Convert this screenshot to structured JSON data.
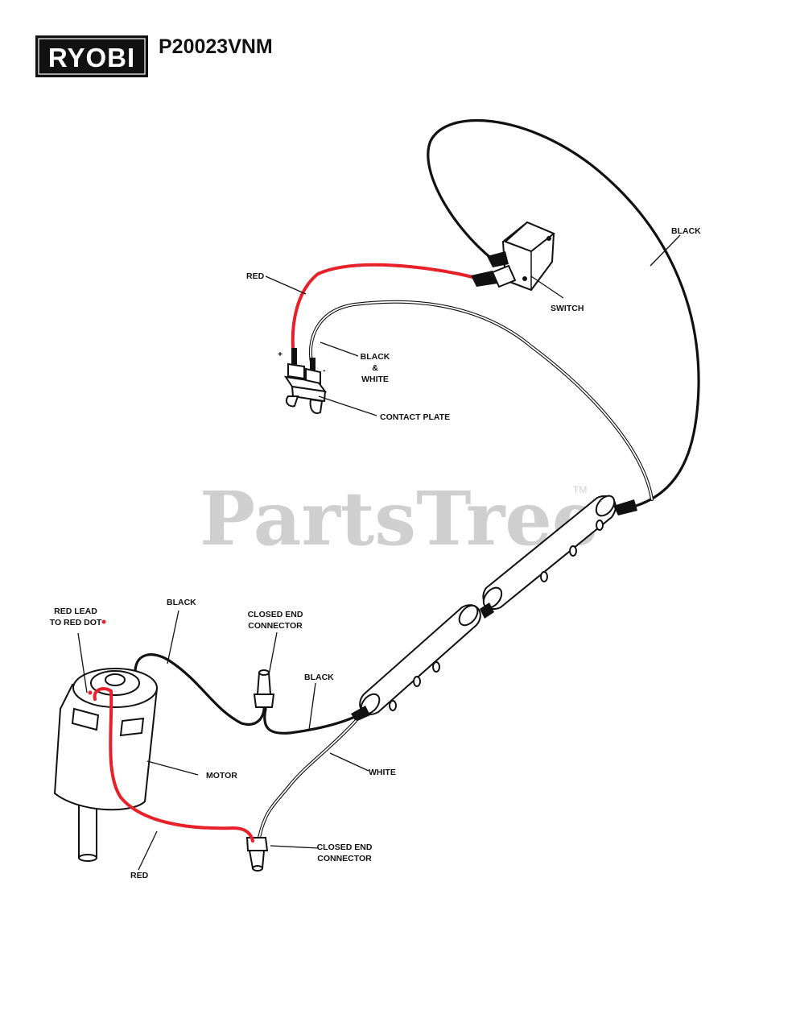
{
  "header": {
    "brand": "RYOBI",
    "model": "P20023VNM"
  },
  "watermark": {
    "text": "PartsTree",
    "tm": "TM"
  },
  "labels": {
    "black_top": "BLACK",
    "red_top": "RED",
    "switch": "SWITCH",
    "plus": "+",
    "minus": "-",
    "black_and_white_1": "BLACK",
    "black_and_white_2": "&",
    "black_and_white_3": "WHITE",
    "contact_plate": "CONTACT PLATE",
    "red_lead_1": "RED LEAD",
    "red_lead_2": "TO RED DOT",
    "black_motor": "BLACK",
    "closed_end_top_1": "CLOSED END",
    "closed_end_top_2": "CONNECTOR",
    "black_mid": "BLACK",
    "motor": "MOTOR",
    "white": "WHITE",
    "closed_end_bottom_1": "CLOSED END",
    "closed_end_bottom_2": "CONNECTOR",
    "red_bottom": "RED"
  },
  "colors": {
    "red_wire": "#e8202a",
    "black_wire": "#111111",
    "logo_bg": "#111111"
  }
}
